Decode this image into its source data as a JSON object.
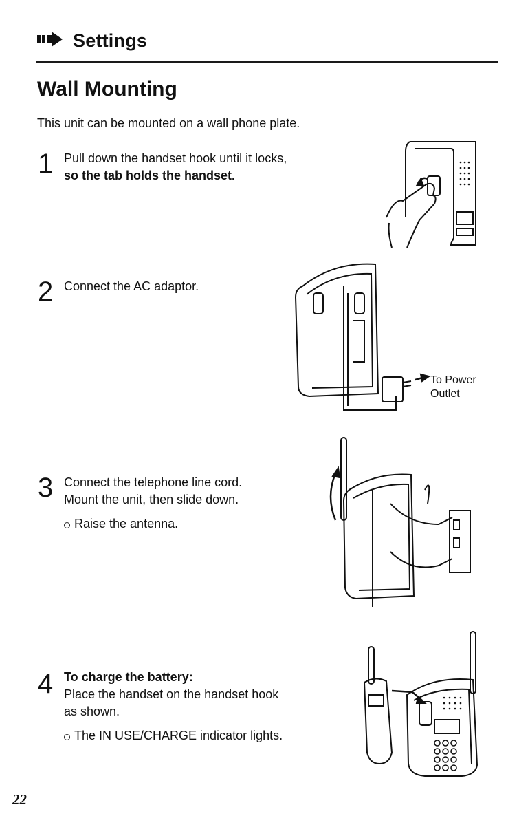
{
  "header": {
    "section_title": "Settings",
    "arrow_icon": "arrow-right-icon"
  },
  "page_title": "Wall Mounting",
  "intro": "This unit can be mounted on a wall phone plate.",
  "steps": [
    {
      "number": "1",
      "text_plain": "Pull down the handset hook until it locks, ",
      "text_bold": "so the tab holds the handset."
    },
    {
      "number": "2",
      "text": "Connect the AC adaptor."
    },
    {
      "number": "3",
      "line1": "Connect the telephone line cord.",
      "line2": "Mount the unit, then slide down.",
      "bullet": "Raise the antenna."
    },
    {
      "number": "4",
      "heading": "To charge the battery:",
      "text": "Place the handset on the handset hook as shown.",
      "bullet": "The IN USE/CHARGE indicator lights."
    }
  ],
  "callouts": {
    "power_outlet": "To Power Outlet"
  },
  "page_number": "22"
}
